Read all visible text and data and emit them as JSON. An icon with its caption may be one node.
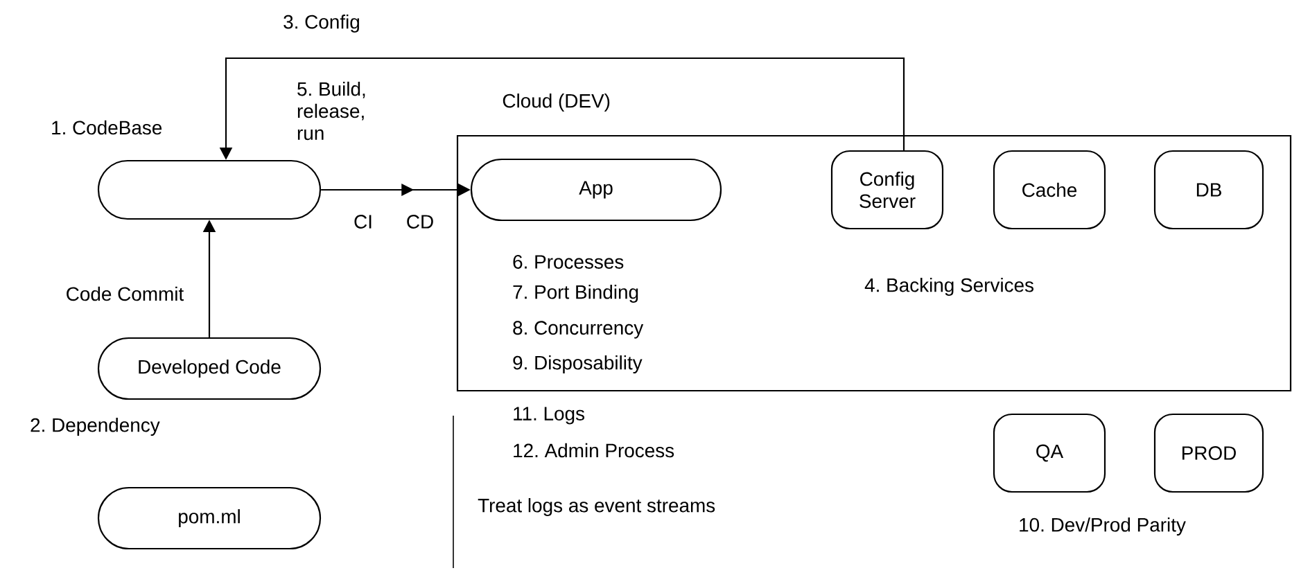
{
  "diagram": {
    "nodes": [
      {
        "text": [],
        "shape": "box"
      },
      {
        "text": [
          "Developed Code"
        ]
      },
      {
        "text": [
          "pom.ml"
        ]
      },
      {
        "text": [
          "Cloud (DEV)"
        ]
      },
      {
        "text": [
          "App"
        ],
        "in": 3
      },
      {
        "text": [
          "Config Server"
        ],
        "in": 3
      },
      {
        "text": [
          "Cache"
        ],
        "in": 3
      },
      {
        "text": [
          "DB"
        ],
        "in": 3
      },
      {
        "text": [
          "QA"
        ]
      },
      {
        "text": [
          "PROD"
        ]
      }
    ],
    "edges": [
      {
        "from": 1,
        "to": 0,
        "arrow": "to",
        "label": "Code Commit"
      },
      {
        "from": 5,
        "to": 0,
        "arrow": "to",
        "label": "3. Config"
      },
      {
        "from": 0,
        "to": 4,
        "arrow": "to",
        "label": "5. Build, release, run"
      }
    ],
    "labels": [
      "1. CodeBase",
      "CI",
      "CD",
      "4. Backing Services",
      "6. Processes",
      "7. Port Binding",
      "8. Concurrency",
      "9. Disposability",
      "2. Dependency",
      "11. Logs",
      "12. Admin Process",
      "Treat logs as event streams",
      "10. Dev/Prod Parity"
    ]
  }
}
